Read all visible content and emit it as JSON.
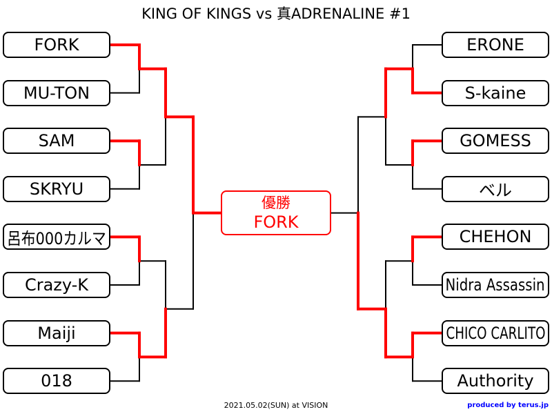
{
  "title": "KING OF KINGS vs 真ADRENALINE #1",
  "left": {
    "entrants": [
      "FORK",
      "MU-TON",
      "SAM",
      "SKRYU",
      "呂布000カルマ",
      "Crazy-K",
      "Maiji",
      "018"
    ],
    "round1_winners": [
      0,
      0,
      0,
      0
    ],
    "round2_winners": [
      0,
      1
    ],
    "round3_winner": 0
  },
  "right": {
    "entrants": [
      "ERONE",
      "S-kaine",
      "GOMESS",
      "ベル",
      "CHEHON",
      "Nidra Assassin",
      "CHICO CARLITO",
      "Authority"
    ],
    "round1_winners": [
      1,
      0,
      0,
      0
    ],
    "round2_winners": [
      0,
      1
    ],
    "round3_winner": 1
  },
  "final_winner_side": "left",
  "champion": {
    "label": "優勝",
    "name": "FORK"
  },
  "footer": "2021.05.02(SUN) at VISION",
  "credit": "produced by terus.jp",
  "colors": {
    "winner_line": "#ff0000",
    "line": "#000000",
    "credit": "#0000ff"
  }
}
